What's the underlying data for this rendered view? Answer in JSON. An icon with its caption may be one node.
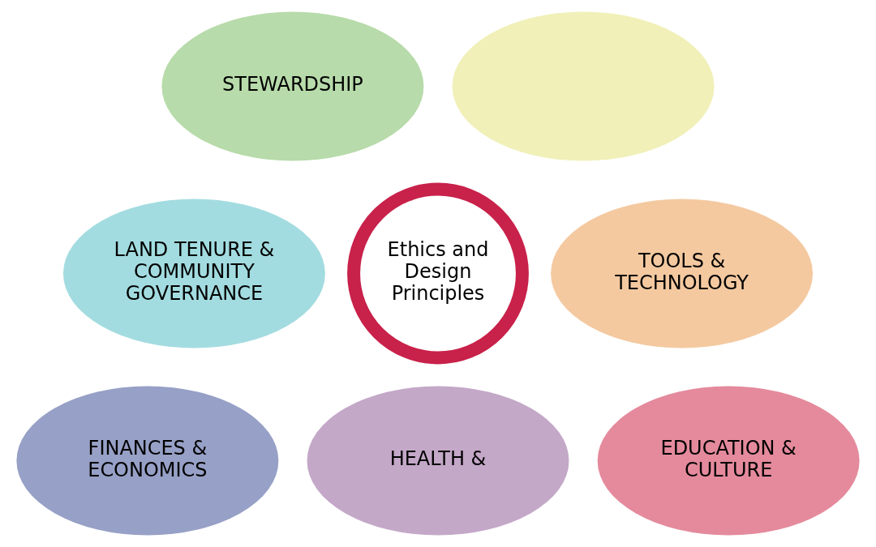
{
  "diagram": {
    "nodes": [
      {
        "text": [
          "STEWARDSHIP"
        ]
      },
      {
        "text": [],
        "shape": "ellipse"
      },
      {
        "text": [
          "LAND TENURE & COMMUNITY GOVERNANCE"
        ]
      },
      {
        "text": [
          "Ethics and Design Principles"
        ]
      },
      {
        "text": [
          "TOOLS & TECHNOLOGY"
        ]
      },
      {
        "text": [
          "FINANCES & ECONOMICS"
        ]
      },
      {
        "text": [
          "HEALTH &"
        ]
      },
      {
        "text": [
          "EDUCATION & CULTURE"
        ]
      }
    ]
  }
}
